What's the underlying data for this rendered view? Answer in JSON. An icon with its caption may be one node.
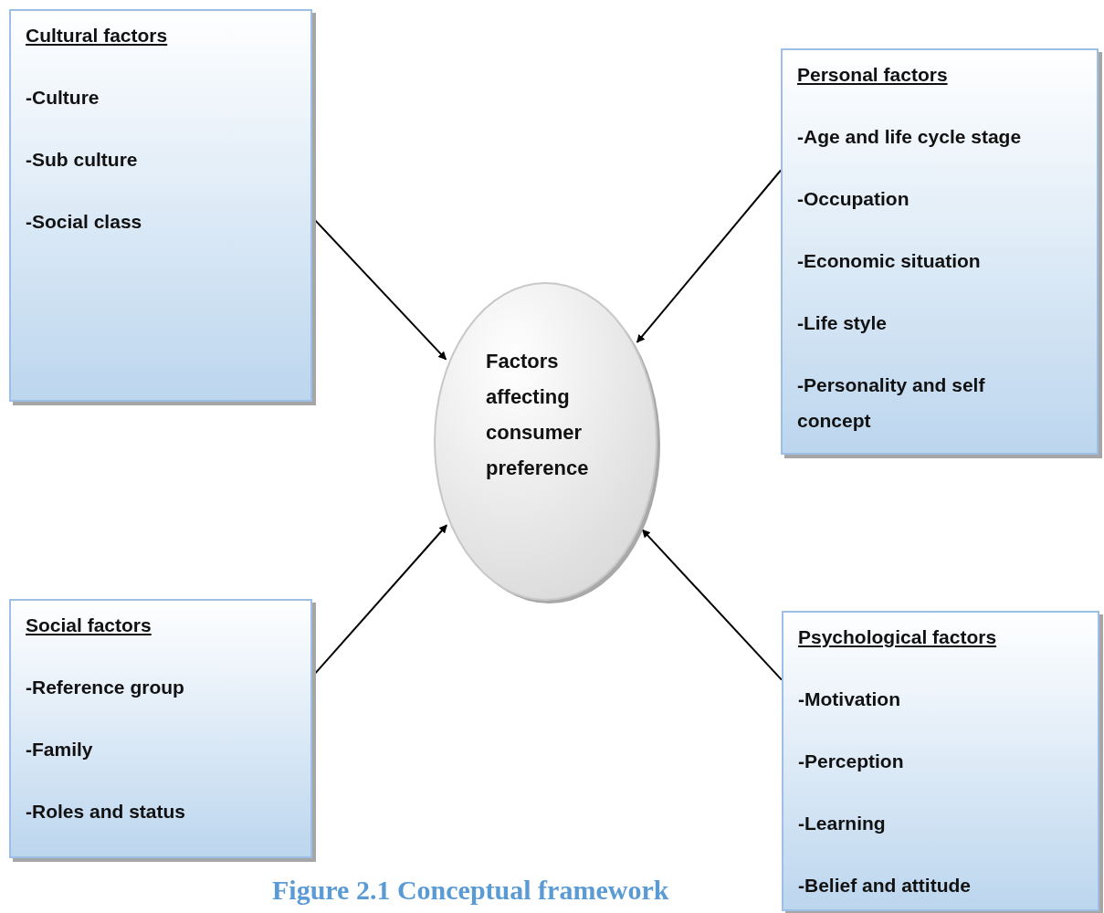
{
  "diagram": {
    "caption": "Figure 2.1 Conceptual framework",
    "nodes": [
      {
        "text": [
          "Cultural factors",
          "-Culture",
          "-Sub culture",
          "-Social class"
        ]
      },
      {
        "text": [
          "Personal factors",
          "-Age and life cycle stage",
          "-Occupation",
          "-Economic situation",
          "-Life style",
          "-Personality and self concept"
        ]
      },
      {
        "text": [
          "Factors affecting consumer preference"
        ]
      },
      {
        "text": [
          "Social factors",
          "-Reference group",
          "-Family",
          "-Roles and status"
        ]
      },
      {
        "text": [
          "Psychological factors",
          "-Motivation",
          "-Perception",
          "-Learning",
          "-Belief and attitude"
        ]
      }
    ],
    "edges": [
      {
        "from": 0,
        "to": 2,
        "arrow": "to"
      },
      {
        "from": 1,
        "to": 2,
        "arrow": "to"
      },
      {
        "from": 3,
        "to": 2,
        "arrow": "to"
      },
      {
        "from": 4,
        "to": 2,
        "arrow": "to"
      }
    ]
  }
}
